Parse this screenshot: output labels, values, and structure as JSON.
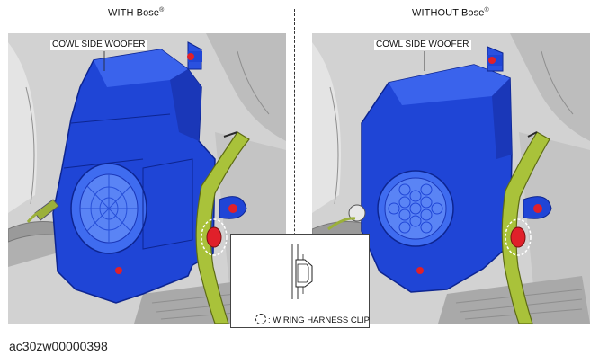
{
  "panels": {
    "left": {
      "title": "WITH Bose",
      "title_mark": "®",
      "callout": "COWL SIDE WOOFER"
    },
    "right": {
      "title": "WITHOUT Bose",
      "title_mark": "®",
      "callout": "COWL SIDE WOOFER"
    }
  },
  "legend": {
    "symbol_text": ": WIRING HARNESS CLIP"
  },
  "document_code": "ac30zw00000398",
  "colors": {
    "woofer": "#1f45d6",
    "harness": "#a9c23a",
    "clip_marker": "#e0202a",
    "background": "#cfcfcf"
  }
}
